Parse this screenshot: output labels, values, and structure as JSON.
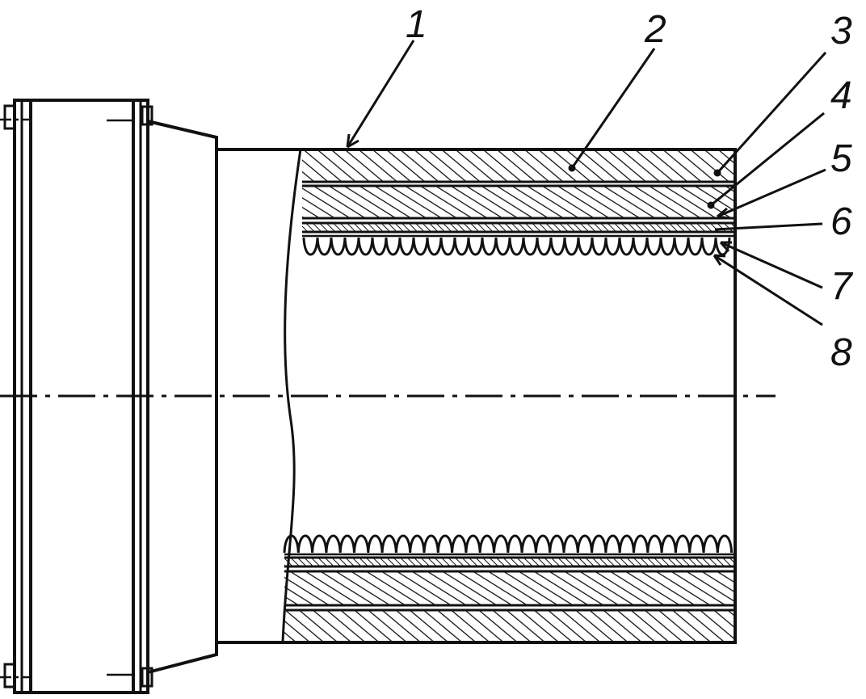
{
  "diagram": {
    "callouts": [
      {
        "id": "1",
        "text": "1"
      },
      {
        "id": "2",
        "text": "2"
      },
      {
        "id": "3",
        "text": "3"
      },
      {
        "id": "4",
        "text": "4"
      },
      {
        "id": "5",
        "text": "5"
      },
      {
        "id": "6",
        "text": "6"
      },
      {
        "id": "7",
        "text": "7"
      },
      {
        "id": "8",
        "text": "8"
      }
    ],
    "colors": {
      "line": "#111111",
      "background": "#ffffff"
    }
  }
}
